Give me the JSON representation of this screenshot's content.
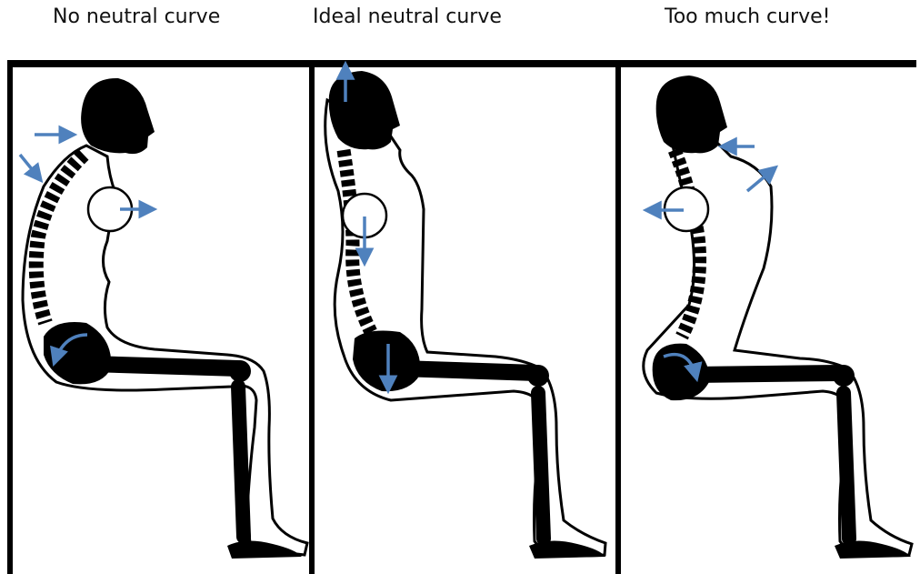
{
  "panels": [
    {
      "title": "No neutral curve"
    },
    {
      "title": "Ideal neutral curve"
    },
    {
      "title": "Too much curve!"
    }
  ],
  "colors": {
    "ink": "#000000",
    "paper": "#ffffff",
    "arrow": "#4f81bd"
  }
}
